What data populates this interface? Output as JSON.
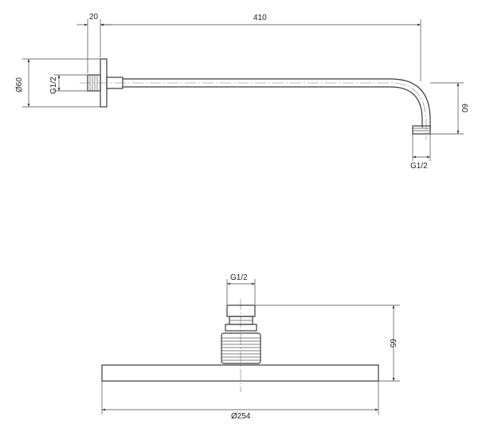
{
  "arm_view": {
    "flange_width": "20",
    "arm_length": "410",
    "flange_diameter": "Ø60",
    "wall_thread": "G1/2",
    "drop_height": "60",
    "outlet_thread": "G1/2"
  },
  "head_view": {
    "inlet_thread": "G1/2",
    "head_height": "65",
    "head_diameter": "Ø254"
  }
}
